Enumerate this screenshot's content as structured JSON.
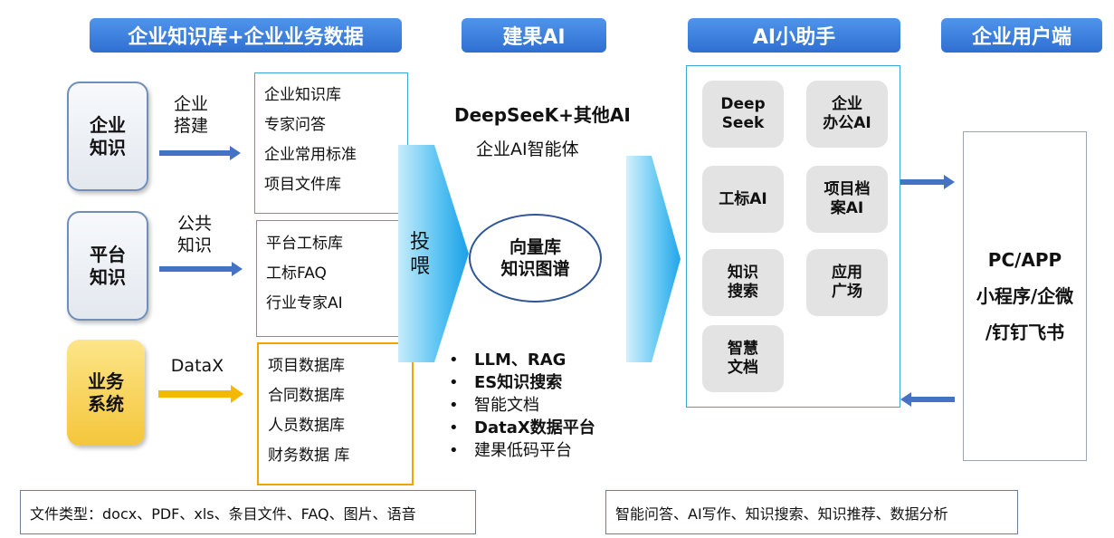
{
  "headers": {
    "left": "企业知识库+企业业务数据",
    "middle": "建果AI",
    "assistant": "AI小助手",
    "client": "企业用户端"
  },
  "sources": [
    {
      "name": "企业\n知识",
      "label": "企业\n搭建",
      "items": [
        "企业知识库",
        "专家问答",
        "企业常用标准",
        "项目文件库"
      ]
    },
    {
      "name": "平台\n知识",
      "label": "公共\n知识",
      "items": [
        "平台工标库",
        "工标FAQ",
        "行业专家AI"
      ]
    },
    {
      "name": "业务\n系统",
      "label": "DataX",
      "items": [
        "项目数据库",
        "合同数据库",
        "人员数据库",
        "财务数据 库"
      ]
    }
  ],
  "feed_label": "投\n喂",
  "engine": {
    "title": "DeepSeeK+其他AI",
    "subtitle": "企业AI智能体",
    "ellipse": "向量库\n知识图谱",
    "bullets": [
      "LLM、RAG",
      "ES知识搜索",
      "智能文档",
      "DataX数据平台",
      "建果低码平台"
    ]
  },
  "assistant_tiles": [
    "Deep\nSeek",
    "企业\n办公AI",
    "工标AI",
    "项目档\n案AI",
    "知识\n搜索",
    "应用\n广场",
    "智慧\n文档"
  ],
  "client_text": [
    "PC/APP",
    "小程序/企微",
    "/钉钉飞书"
  ],
  "footer": {
    "file_types": "文件类型：docx、PDF、xls、条目文件、FAQ、图片、语音",
    "features": "智能问答、AI写作、知识搜索、知识推荐、数据分析"
  },
  "colors": {
    "header": "#2f6fd1",
    "blue_arrow": "#4472c4",
    "orange": "#f0a400",
    "cyan": "#3ea6d6"
  }
}
